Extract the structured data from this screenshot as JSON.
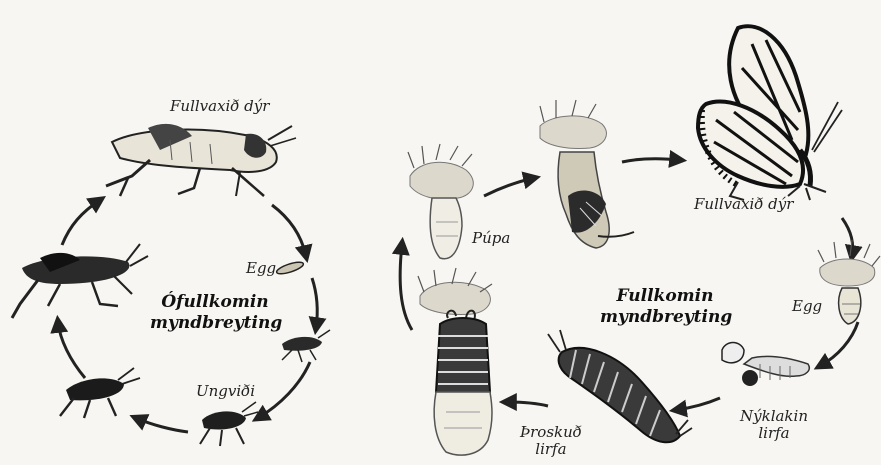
{
  "incomplete": {
    "title_line1": "Ófullkomin",
    "title_line2": "myndbreyting",
    "stages": {
      "adult": "Fullvaxið dýr",
      "egg": "Egg",
      "nymph": "Ungviði"
    }
  },
  "complete": {
    "title_line1": "Fullkomin",
    "title_line2": "myndbreyting",
    "stages": {
      "pupa": "Púpa",
      "adult": "Fullvaxið dýr",
      "egg": "Egg",
      "young_larva_line1": "Nýklakin",
      "young_larva_line2": "lirfa",
      "mature_larva_line1": "Þroskuð",
      "mature_larva_line2": "lirfa"
    }
  }
}
